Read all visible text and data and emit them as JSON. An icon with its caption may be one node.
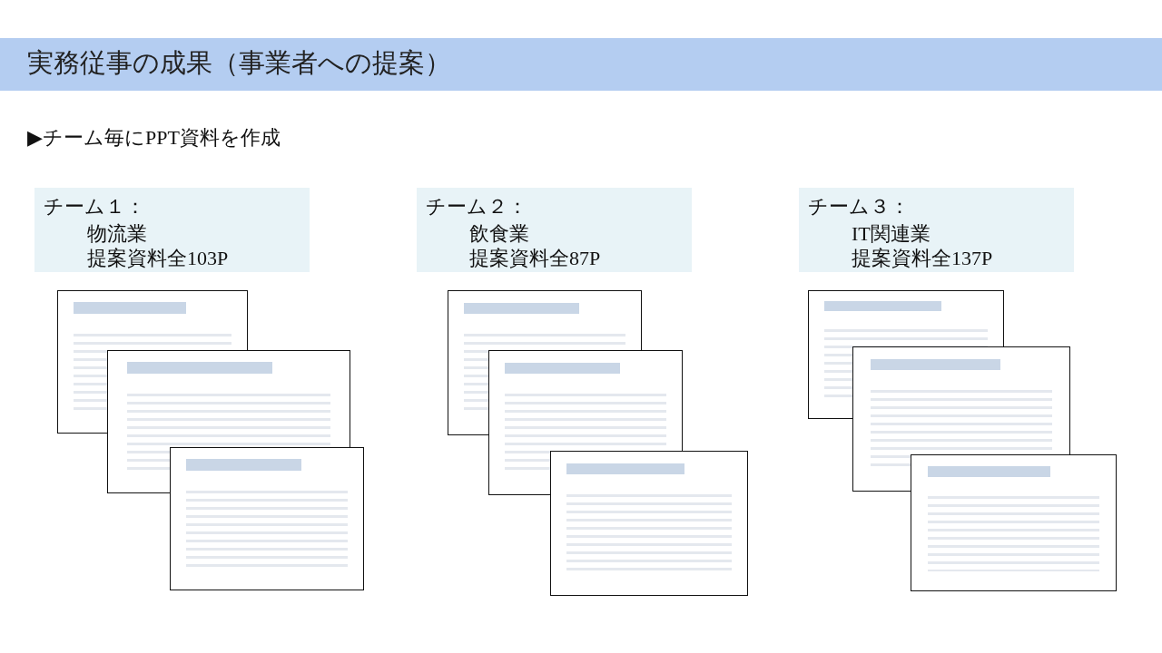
{
  "diagram": {
    "title": "実務従事の成果（事業者への提案）",
    "nodes": [
      {
        "text": [
          "チーム１：",
          "物流業",
          "提案資料全103P"
        ]
      },
      {
        "text": [
          "チーム２：",
          "飲食業",
          "提案資料全87P"
        ]
      },
      {
        "text": [
          "チーム３：",
          "IT関連業",
          "提案資料全137P"
        ]
      }
    ],
    "labels": [
      "▶チーム毎にPPT資料を作成"
    ]
  }
}
